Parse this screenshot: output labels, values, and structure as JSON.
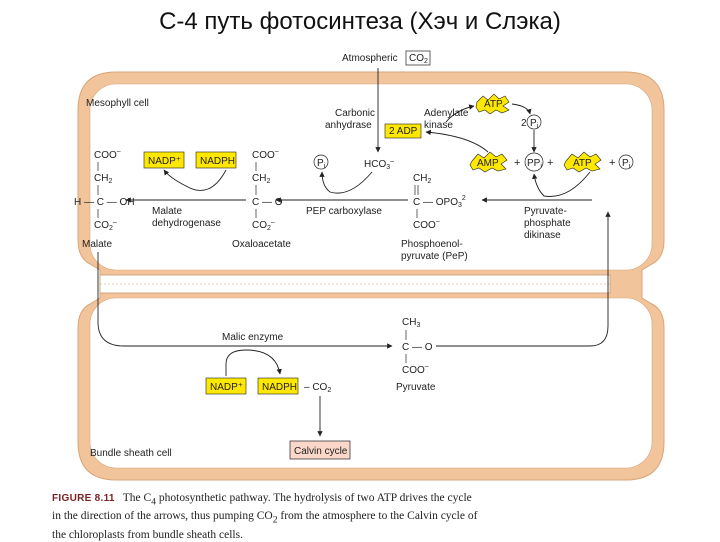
{
  "slide": {
    "title": "С-4 путь фотосинтеза (Хэч и Слэка)"
  },
  "colors": {
    "cell_wall": "#f2c49b",
    "cell_fill": "#ffffff",
    "highlight": "#ffe800",
    "calvin_fill": "#fad7c8",
    "arrow": "#222222",
    "caption_label": "#7a2222"
  },
  "diagram": {
    "atmospheric": {
      "label": "Atmospheric",
      "co2": "CO",
      "co2_sub": "2"
    },
    "mesophyll_label": "Mesophyll cell",
    "bundle_label": "Bundle sheath cell",
    "carbonic_anhydrase": {
      "line1": "Carbonic",
      "line2": "anhydrase"
    },
    "adenylate_kinase": {
      "line1": "Adenylate",
      "line2": "kinase"
    },
    "two_adp": "2 ADP",
    "atp_top": "ATP",
    "two_pi_coef": "2",
    "pi": {
      "p": "P",
      "i": "i"
    },
    "hco3": {
      "main": "HCO",
      "sub": "3",
      "sup": "–"
    },
    "amp": "AMP",
    "ppi": "PP",
    "ppi_sub": "i",
    "atp_mid": "ATP",
    "plus": "+",
    "nadp_plus_top": "NADP⁺",
    "nadph_top": "NADPH",
    "malate_struct": {
      "coo": "COO",
      "coo_sup": "–",
      "ch2": "CH",
      "ch2_sub": "2",
      "choh": "H — C — OH",
      "coo2": "CO",
      "coo2_sub": "2",
      "coo2_sup": "–"
    },
    "oxaloacetate_struct": {
      "coo": "COO",
      "coo_sup": "–",
      "ch2": "CH",
      "ch2_sub": "2",
      "co": "C — O",
      "coo2": "CO",
      "coo2_sub": "2",
      "coo2_sup": "–"
    },
    "pep_struct": {
      "ch2": "CH",
      "ch2_sub": "2",
      "copo3": "C — OPO",
      "copo3_sub": "3",
      "copo3_sup": "2",
      "coo": "COO",
      "coo_sup": "–"
    },
    "malate_dh": {
      "line1": "Malate",
      "line2": "dehydrogenase"
    },
    "pep_carboxylase": "PEP carboxylase",
    "ppdk": {
      "line1": "Pyruvate-",
      "line2": "phosphate",
      "line3": "dikinase"
    },
    "malate": "Malate",
    "oxaloacetate": "Oxaloacetate",
    "pep_name": {
      "line1": "Phosphoenol-",
      "line2": "pyruvate (PeP)"
    },
    "malic_enzyme": "Malic enzyme",
    "pyruvate_struct": {
      "ch3": "CH",
      "ch3_sub": "3",
      "co": "C — O",
      "coo": "COO",
      "coo_sup": "–"
    },
    "pyruvate": "Pyruvate",
    "nadp_plus_bottom": "NADP⁺",
    "nadph_bottom": "NADPH",
    "minus_co2": "– CO",
    "minus_co2_sub": "2",
    "calvin": "Calvin cycle"
  },
  "caption": {
    "label": "FIGURE 8.11",
    "text_a": "The C",
    "text_a_sub": "4",
    "text_b": " photosynthetic pathway. The hydrolysis of two ATP drives the cycle in the direction of the arrows, thus pumping CO",
    "text_b_sub": "2",
    "text_c": " from the atmosphere to the Calvin cycle of the chloroplasts from bundle sheath cells."
  }
}
